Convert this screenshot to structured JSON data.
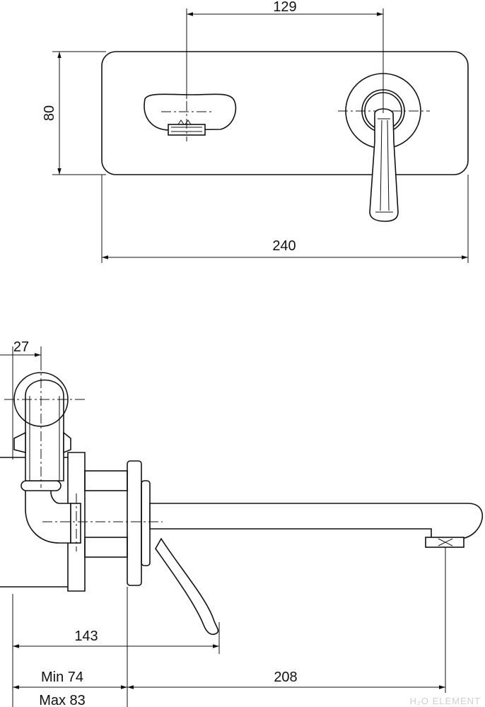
{
  "dimensions": {
    "top_width_129": "129",
    "top_height_80": "80",
    "top_total_240": "240",
    "side_27": "27",
    "side_143": "143",
    "side_min": "Min 74",
    "side_max": "Max 83",
    "side_208": "208"
  },
  "watermark": "H₂O ELEMENT",
  "colors": {
    "line": "#111111",
    "background": "#ffffff"
  }
}
